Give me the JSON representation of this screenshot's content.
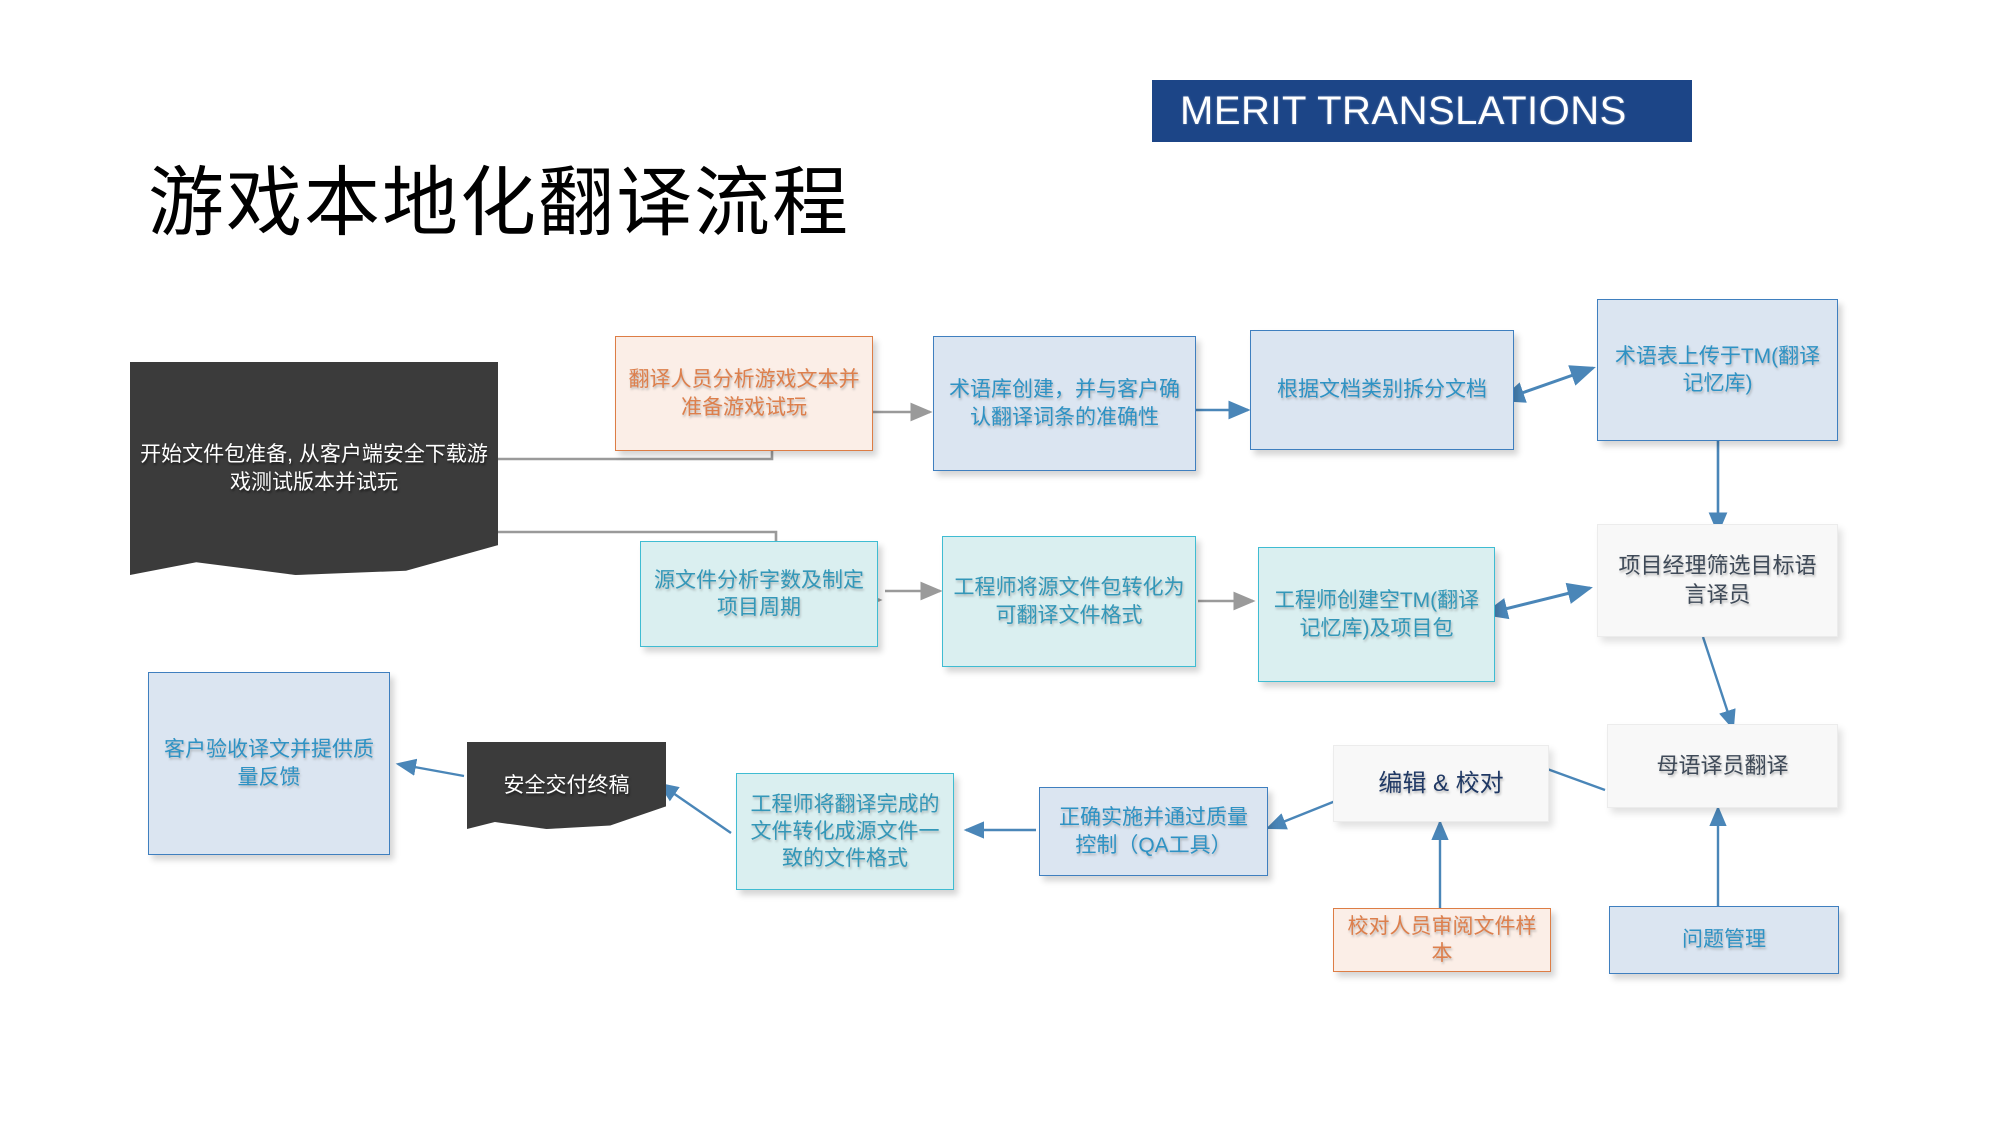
{
  "brand": {
    "name": "MERIT TRANSLATIONS",
    "bar_color": "#1c4587"
  },
  "title": "游戏本地化翻译流程",
  "palette": {
    "blue_fill": "#dbe5f1",
    "blue_border": "#3f7fbf",
    "blue_text": "#2e92c4",
    "teal_fill": "#daeff0",
    "teal_border": "#3fbcd2",
    "teal_text": "#3397b8",
    "orange_fill": "#fbeee7",
    "orange_border": "#dd7d45",
    "orange_text": "#dd7f4c",
    "white_fill": "#f8f8f8",
    "dark_fill": "#3b3b3b",
    "gray_connector": "#9a9a9a",
    "blue_connector": "#4a86b8"
  },
  "chart_data": {
    "type": "diagram",
    "title": "游戏本地化翻译流程",
    "nodes": [
      {
        "id": "start",
        "label": "开始文件包准备, 从客户端安全下载游戏测试版本并试玩",
        "style": "dark-document"
      },
      {
        "id": "analyze",
        "label": "翻译人员分析游戏文本并准备游戏试玩",
        "style": "orange"
      },
      {
        "id": "termbase",
        "label": "术语库创建，并与客户确认翻译词条的准确性",
        "style": "blue"
      },
      {
        "id": "split",
        "label": "根据文档类别拆分文档",
        "style": "blue"
      },
      {
        "id": "upload_tm",
        "label": "术语表上传于TM(翻译记忆库)",
        "style": "blue"
      },
      {
        "id": "wordcount",
        "label": "源文件分析字数及制定项目周期",
        "style": "teal"
      },
      {
        "id": "convert",
        "label": "工程师将源文件包转化为可翻译文件格式",
        "style": "teal"
      },
      {
        "id": "empty_tm",
        "label": "工程师创建空TM(翻译记忆库)及项目包",
        "style": "teal"
      },
      {
        "id": "pm_select",
        "label": "项目经理筛选目标语言译员",
        "style": "white"
      },
      {
        "id": "native",
        "label": "母语译员翻译",
        "style": "white"
      },
      {
        "id": "issues",
        "label": "问题管理",
        "style": "blue"
      },
      {
        "id": "edit_proof",
        "label": "编辑 & 校对",
        "style": "white-navy"
      },
      {
        "id": "proof_sample",
        "label": "校对人员审阅文件样本",
        "style": "orange"
      },
      {
        "id": "qa",
        "label": "正确实施并通过质量控制（QA工具）",
        "style": "blue"
      },
      {
        "id": "reconvert",
        "label": "工程师将翻译完成的文件转化成源文件一致的文件格式",
        "style": "teal"
      },
      {
        "id": "deliver",
        "label": "安全交付终稿",
        "style": "dark-document"
      },
      {
        "id": "client_qa",
        "label": "客户验收译文并提供质量反馈",
        "style": "blue"
      }
    ],
    "edges": [
      {
        "from": "start",
        "to": "analyze",
        "kind": "elbow-gray"
      },
      {
        "from": "start",
        "to": "wordcount",
        "kind": "elbow-gray"
      },
      {
        "from": "analyze",
        "to": "termbase",
        "kind": "straight-gray"
      },
      {
        "from": "termbase",
        "to": "split",
        "kind": "straight-blue"
      },
      {
        "from": "split",
        "to": "upload_tm",
        "kind": "double-blue"
      },
      {
        "from": "upload_tm",
        "to": "pm_select",
        "kind": "straight-blue"
      },
      {
        "from": "wordcount",
        "to": "convert",
        "kind": "straight-gray"
      },
      {
        "from": "convert",
        "to": "empty_tm",
        "kind": "straight-gray"
      },
      {
        "from": "empty_tm",
        "to": "pm_select",
        "kind": "double-blue"
      },
      {
        "from": "pm_select",
        "to": "native",
        "kind": "straight-blue"
      },
      {
        "from": "issues",
        "to": "native",
        "kind": "straight-blue"
      },
      {
        "from": "native",
        "to": "edit_proof",
        "kind": "straight-blue"
      },
      {
        "from": "proof_sample",
        "to": "edit_proof",
        "kind": "straight-blue"
      },
      {
        "from": "edit_proof",
        "to": "qa",
        "kind": "straight-blue"
      },
      {
        "from": "qa",
        "to": "reconvert",
        "kind": "straight-blue"
      },
      {
        "from": "reconvert",
        "to": "deliver",
        "kind": "straight-blue"
      },
      {
        "from": "deliver",
        "to": "client_qa",
        "kind": "straight-blue"
      }
    ]
  }
}
